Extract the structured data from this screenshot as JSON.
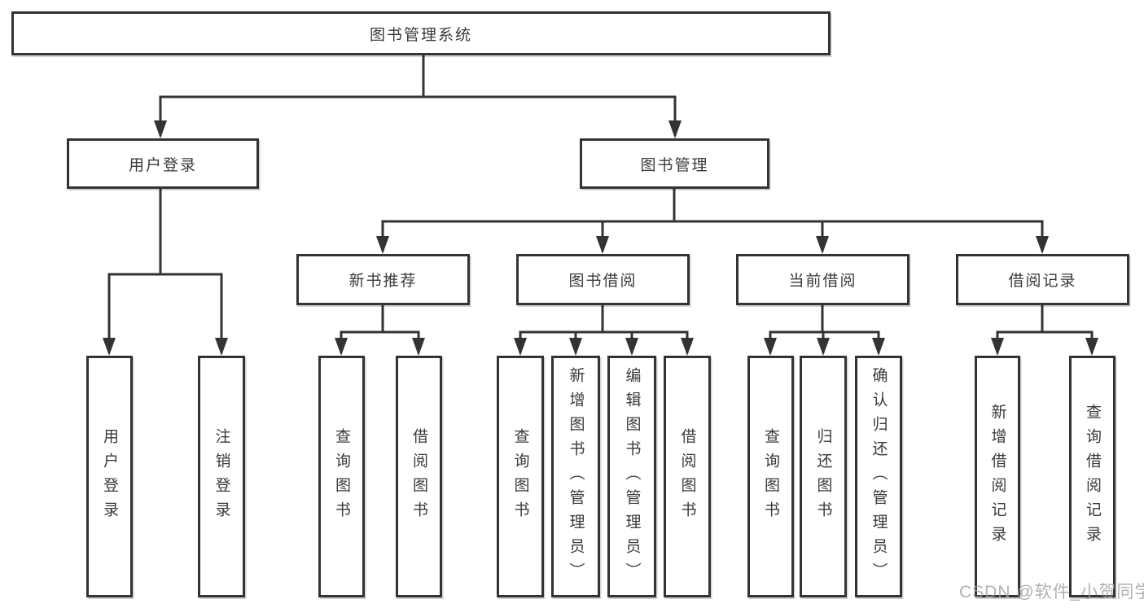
{
  "tree": {
    "root": {
      "label": "图书管理系统"
    },
    "branches": [
      {
        "label": "用户登录",
        "children": [
          {
            "label": "用户登录"
          },
          {
            "label": "注销登录"
          }
        ]
      },
      {
        "label": "图书管理",
        "children": [
          {
            "label": "新书推荐",
            "children": [
              {
                "label": "查询图书"
              },
              {
                "label": "借阅图书"
              }
            ]
          },
          {
            "label": "图书借阅",
            "children": [
              {
                "label": "查询图书"
              },
              {
                "label": "新增图书（管理员）"
              },
              {
                "label": "编辑图书（管理员）"
              },
              {
                "label": "借阅图书"
              }
            ]
          },
          {
            "label": "当前借阅",
            "children": [
              {
                "label": "查询图书"
              },
              {
                "label": "归还图书"
              },
              {
                "label": "确认归还（管理员）"
              }
            ]
          },
          {
            "label": "借阅记录",
            "children": [
              {
                "label": "新增借阅记录"
              },
              {
                "label": "查询借阅记录"
              }
            ]
          }
        ]
      }
    ]
  },
  "colors": {
    "line": "#333333",
    "box_border": "#333333",
    "text": "#3a3a3a",
    "watermark": "#9e9e9e",
    "background": "#ffffff"
  },
  "watermark": {
    "text": "CSDN @软件_小贺同学"
  }
}
